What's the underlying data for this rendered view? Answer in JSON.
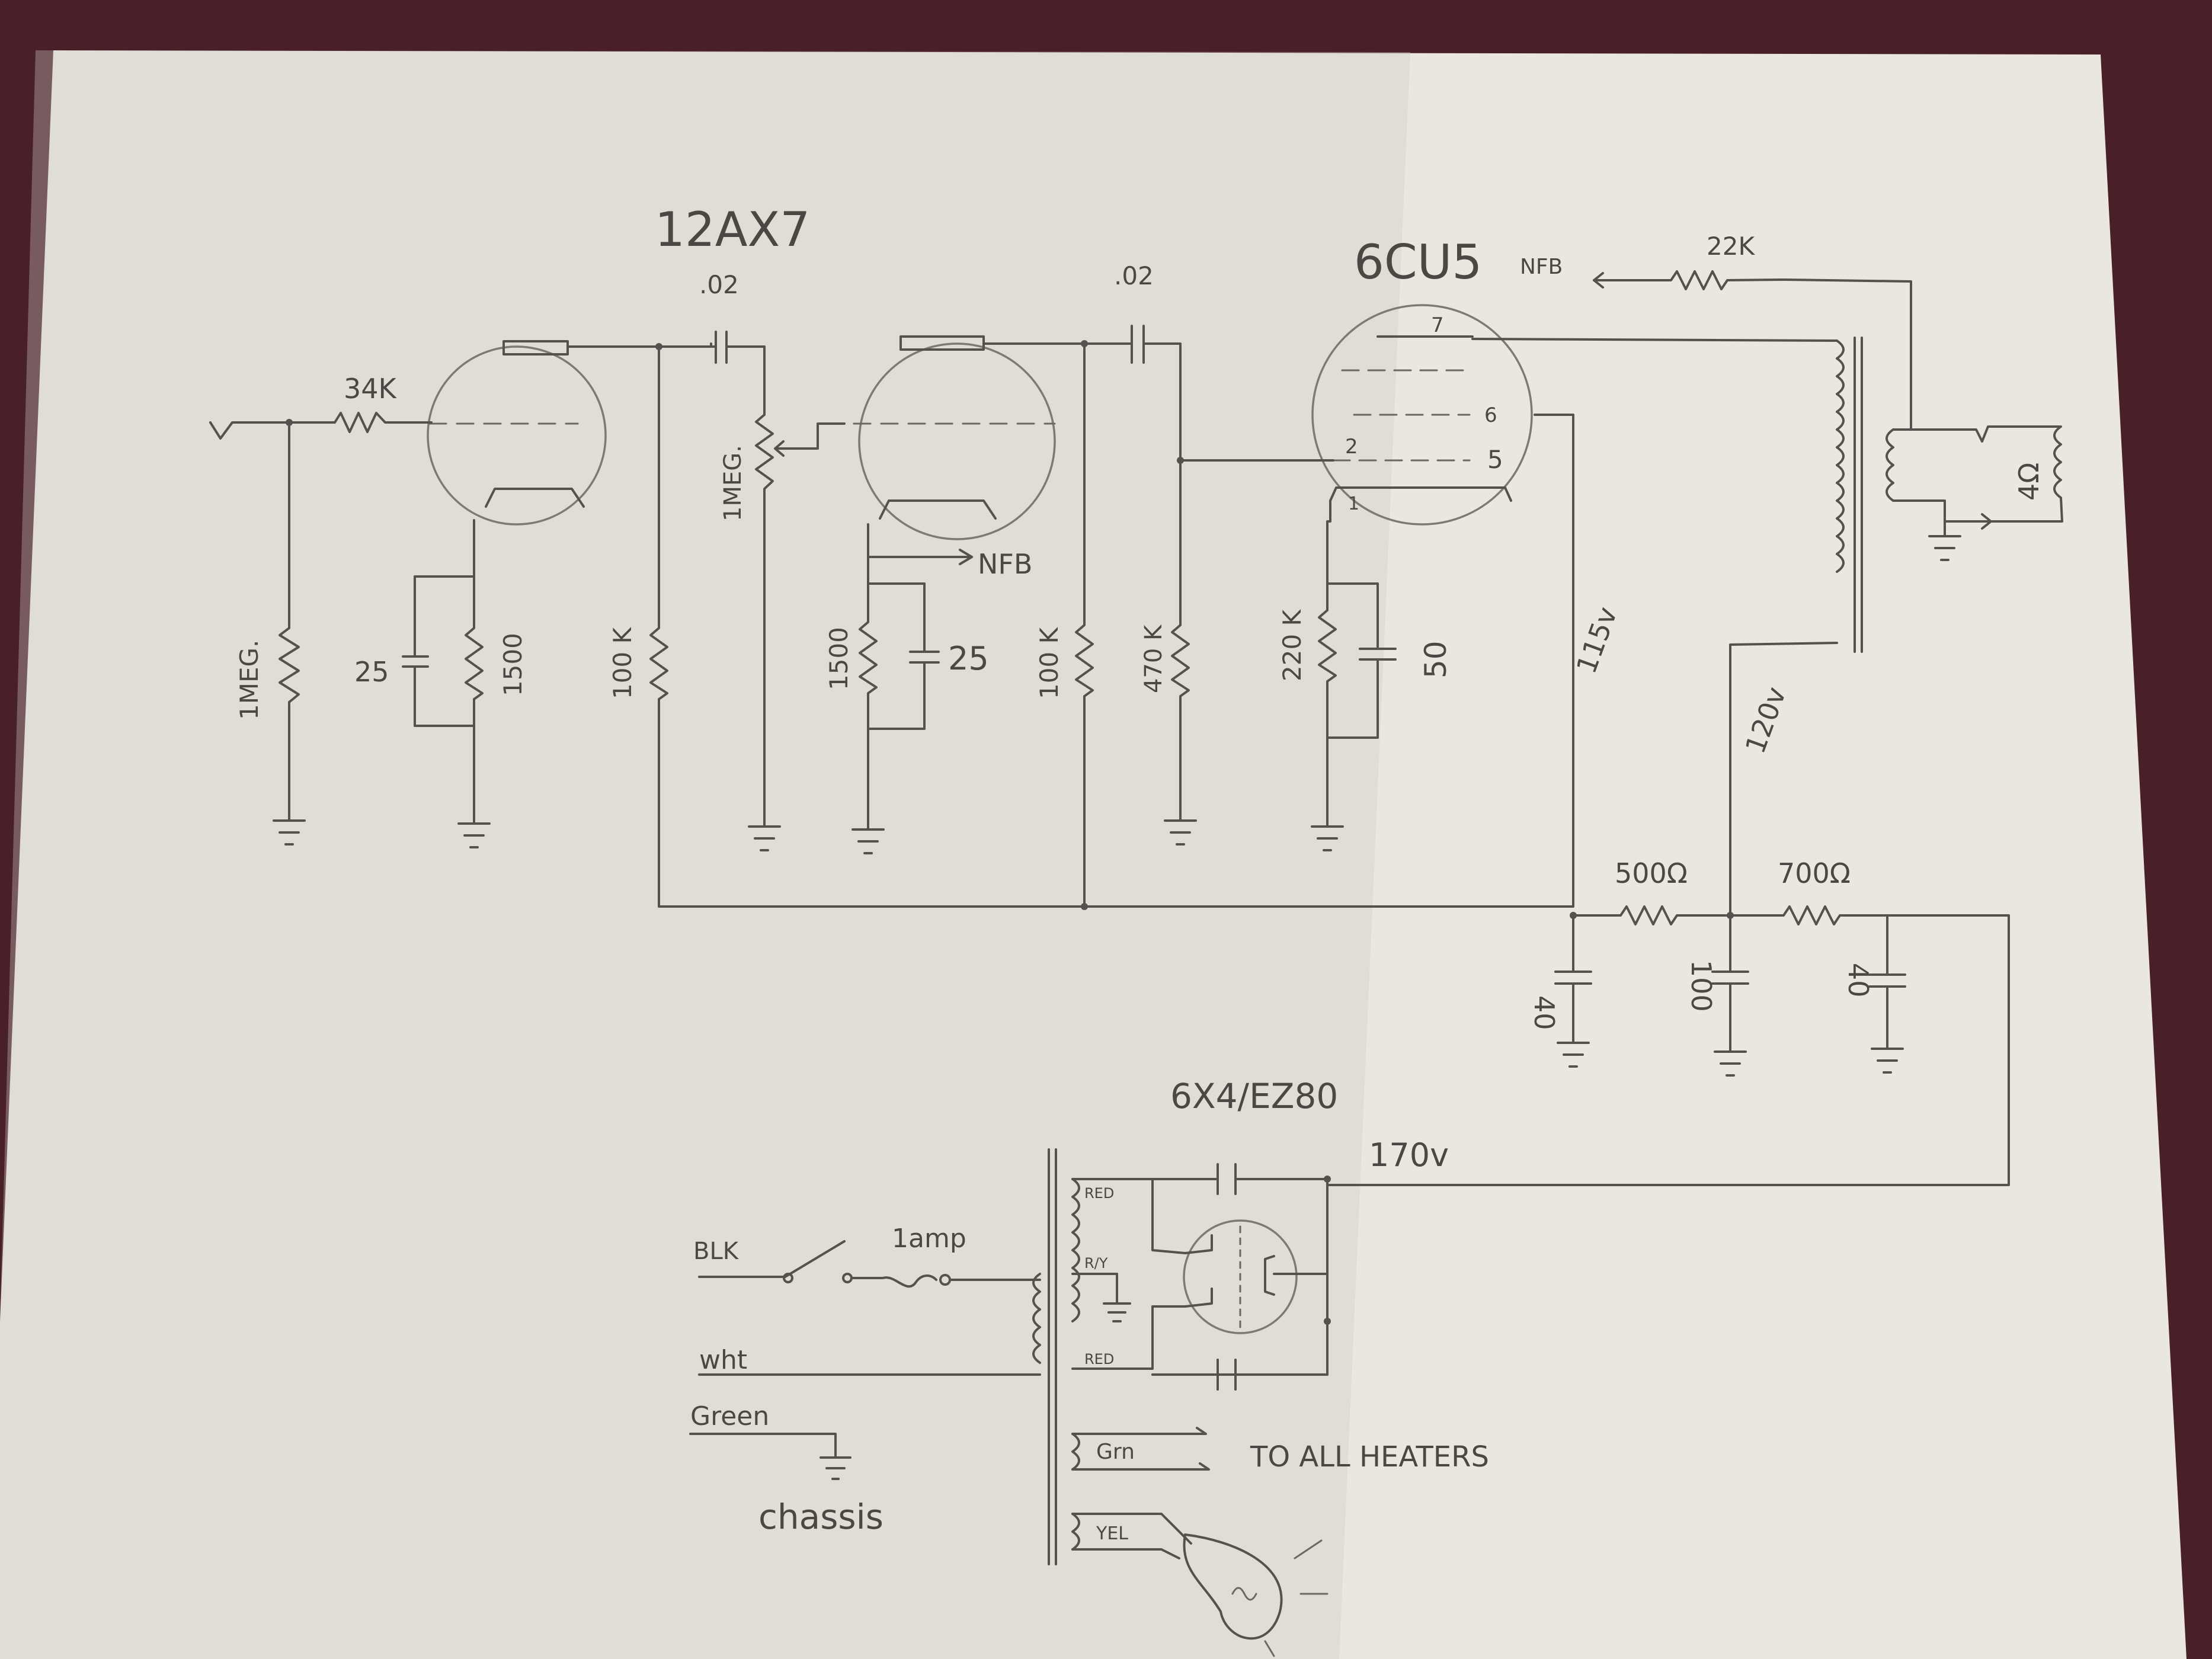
{
  "tubes": {
    "preamp": "12AX7",
    "power": "6CU5",
    "rectifier": "6X4/EZ80"
  },
  "preamp_stage": {
    "input_series": "34K",
    "grid_leak": "1MEG.",
    "cathode_cap_1": "25",
    "cathode_res_1": "1500",
    "plate_load_1": "100 K",
    "coupling_cap_1": ".02",
    "volume_pot": "1MEG.",
    "nfb_tap": "NFB",
    "cathode_res_2": "1500",
    "cathode_cap_2": "25",
    "plate_load_2": "100 K"
  },
  "output_stage": {
    "coupling_cap_2": ".02",
    "grid_res": "470 K",
    "cathode_res": "220 K",
    "cathode_cap": "50",
    "pin_numbers": [
      "7",
      "6",
      "2",
      "5",
      "1"
    ],
    "nfb_label": "NFB",
    "nfb_res": "22K",
    "speaker": "4Ω",
    "screen_voltage": "115v",
    "plate_voltage": "120v"
  },
  "power_supply": {
    "res_1": "500Ω",
    "res_2": "700Ω",
    "cap_1": "40",
    "cap_2": "100",
    "cap_3": "40",
    "b_plus": "170v"
  },
  "mains": {
    "blk": "BLK",
    "fuse": "1amp",
    "wht": "wht",
    "green": "Green",
    "chassis": "chassis",
    "wire_red_top": "RED",
    "wire_ry": "R/Y",
    "wire_red_bottom": "RED",
    "wire_grn": "Grn",
    "wire_yel": "YEL",
    "heaters_note": "TO ALL HEATERS"
  }
}
